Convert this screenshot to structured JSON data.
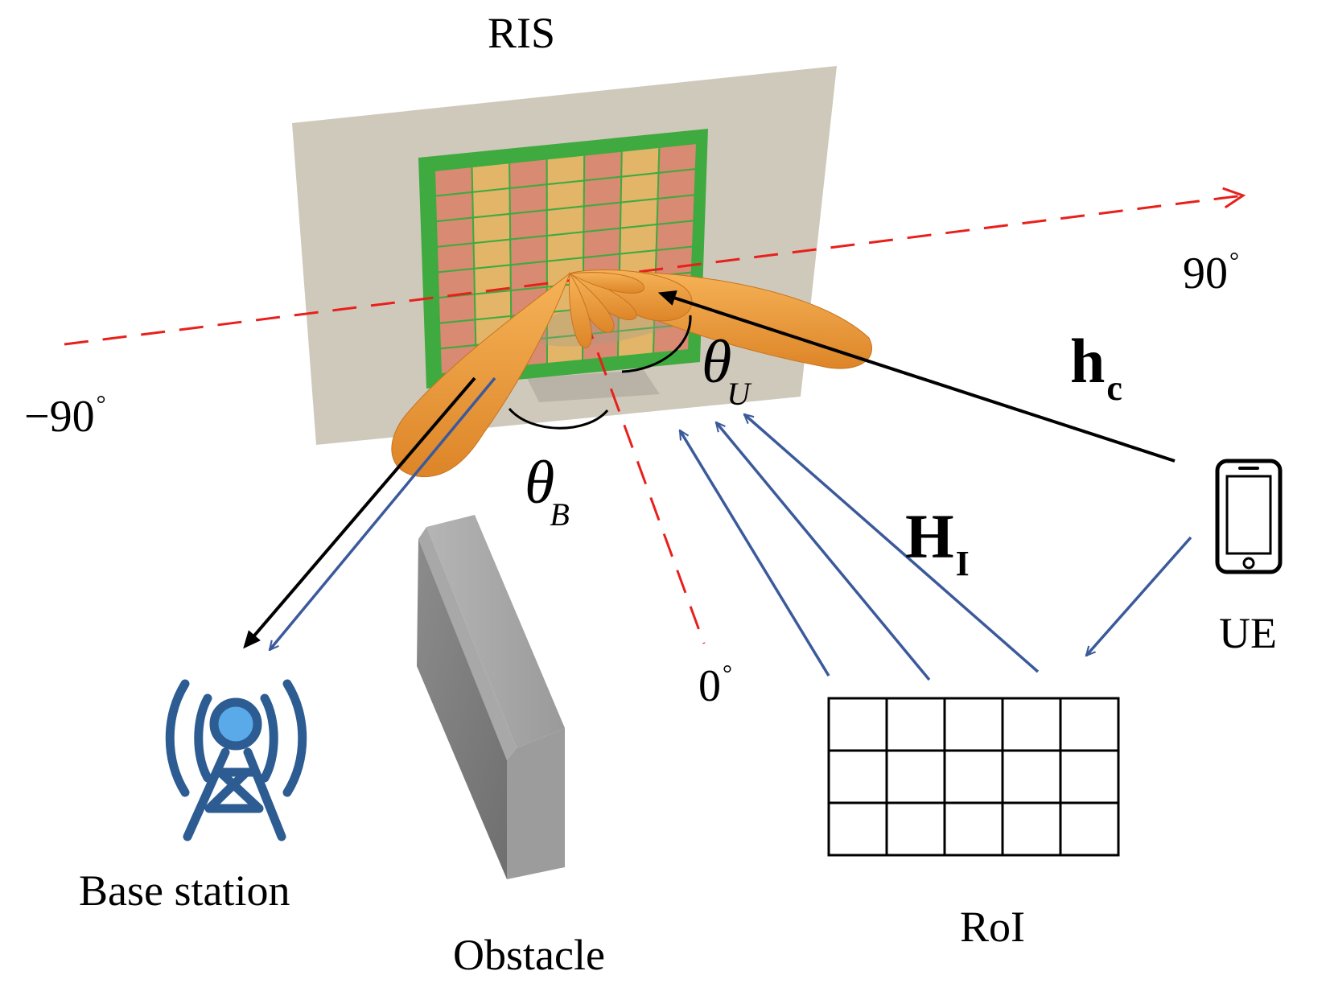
{
  "labels": {
    "ris": "RIS",
    "angle_pos90": "90",
    "angle_neg90": "−90",
    "angle_zero": "0",
    "degree_symbol": "°",
    "theta_symbol": "θ",
    "theta_u_sub": "U",
    "theta_b_sub": "B",
    "hc_main": "h",
    "hc_sub": "c",
    "hi_main": "H",
    "hi_sub": "I",
    "ue": "UE",
    "base_station": "Base station",
    "obstacle": "Obstacle",
    "roi": "RoI"
  },
  "colors": {
    "ris_backplate": "#cfc9bb",
    "ris_frame": "#3faa3f",
    "cell_red": "#d98a72",
    "cell_yellow": "#e2b569",
    "beam_orange": "#ee9a3c",
    "axis_red": "#e8201c",
    "channel_blue": "#3b5a9c",
    "channel_black": "#000000",
    "tower_blue": "#2c5c92",
    "tower_light": "#5aa9e8",
    "obstacle_gray": "#8a8a8a"
  },
  "icons": [
    "cell-tower-icon",
    "smartphone-icon"
  ]
}
